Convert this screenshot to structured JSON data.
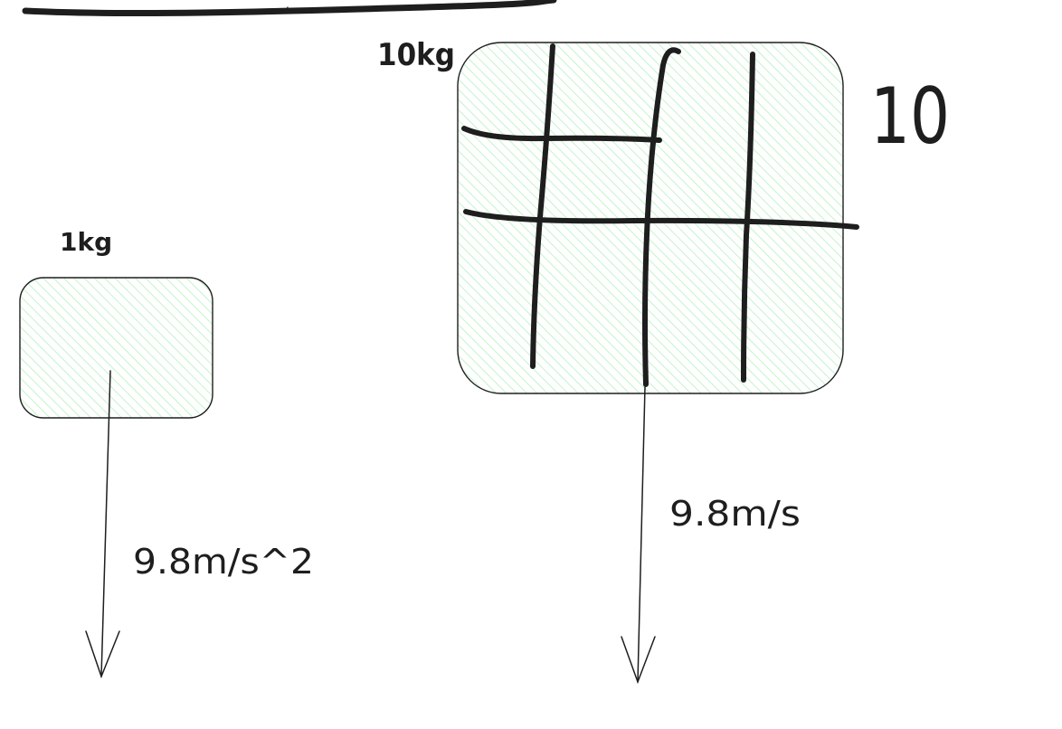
{
  "canvas": {
    "background": "#ffffff",
    "stroke_color": "#1e1e1e",
    "fill_color": "#b2f2bb",
    "fill_style": "hachure"
  },
  "labels": {
    "small_mass": "1kg",
    "large_mass": "10kg",
    "large_count": "10",
    "small_accel": "9.8m/s^2",
    "large_accel": "9.8m/s"
  }
}
